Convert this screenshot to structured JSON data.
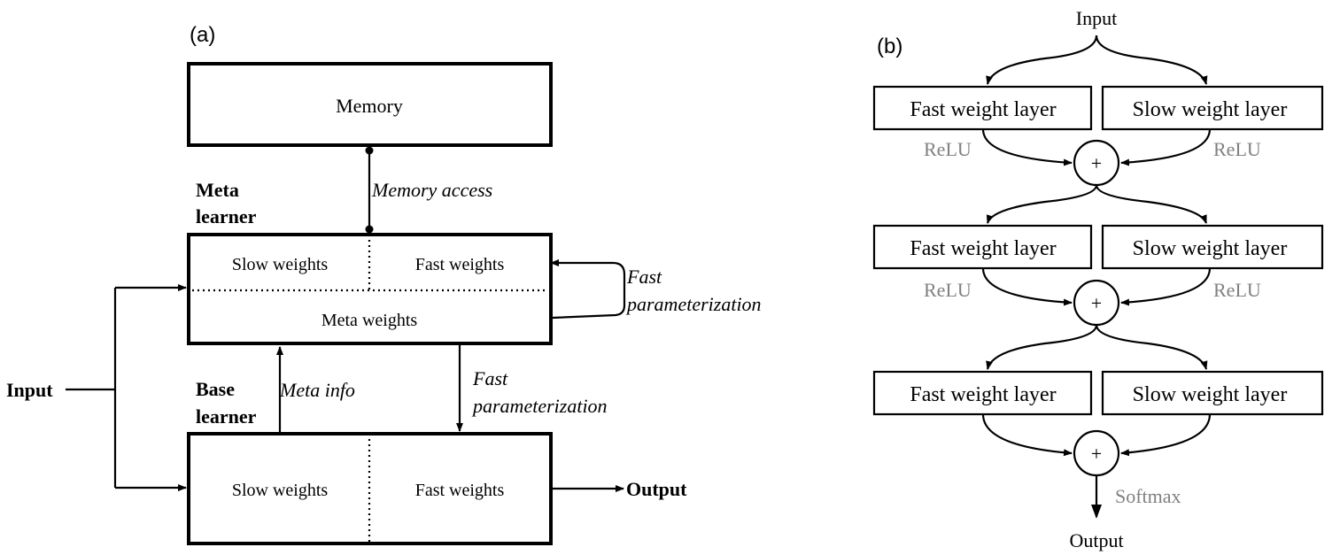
{
  "panel_a": {
    "label": "(a)",
    "memory": "Memory",
    "memory_access": "Memory access",
    "meta_learner_line1": "Meta",
    "meta_learner_line2": "learner",
    "meta_slow": "Slow weights",
    "meta_fast": "Fast weights",
    "meta_weights": "Meta weights",
    "fast_param_right_1": "Fast",
    "fast_param_right_2": "parameterization",
    "input": "Input",
    "base_learner_line1": "Base",
    "base_learner_line2": "learner",
    "meta_info": "Meta info",
    "fast_param_mid_1": "Fast",
    "fast_param_mid_2": "parameterization",
    "base_slow": "Slow weights",
    "base_fast": "Fast weights",
    "output": "Output"
  },
  "panel_b": {
    "label": "(b)",
    "input": "Input",
    "fast_layer": "Fast weight layer",
    "slow_layer": "Slow weight layer",
    "relu": "ReLU",
    "plus": "+",
    "softmax": "Softmax",
    "output": "Output"
  }
}
